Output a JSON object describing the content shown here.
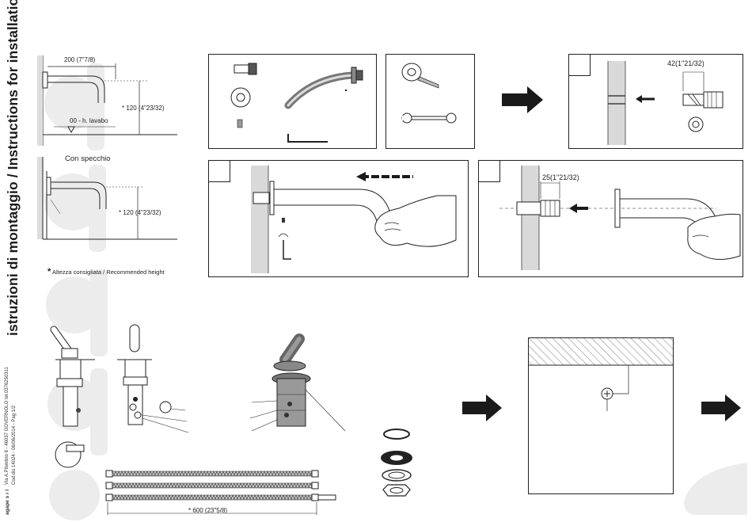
{
  "document": {
    "title": "istruzioni di montaggio / Instructions for installation",
    "company": "agape s r l",
    "address": "Via A.Pitentino 6 - 46037 GOVERNOLO tel.0376250311",
    "doc_code": "Cod.dis 14024 - 06/06/2014 - Pag 1/2"
  },
  "dimensions": {
    "spout_length": "200 (7\"7/8)",
    "height_1": "* 120 (4\"23/32)",
    "basin_level": "00 - h. lavabo",
    "mirror_label": "Con specchio",
    "height_2": "* 120 (4\"23/32)",
    "recommended_height": "Altezza consigliata / Recommended height",
    "step1_depth": "42(1\"21/32)",
    "step3_depth": "25(1\"21/32)",
    "hose_length": "* 600 (23\"5/8)"
  },
  "colors": {
    "ink": "#222222",
    "wall": "#d9d9d9",
    "watermark": "#ededed",
    "arrow": "#1a1a1a"
  }
}
